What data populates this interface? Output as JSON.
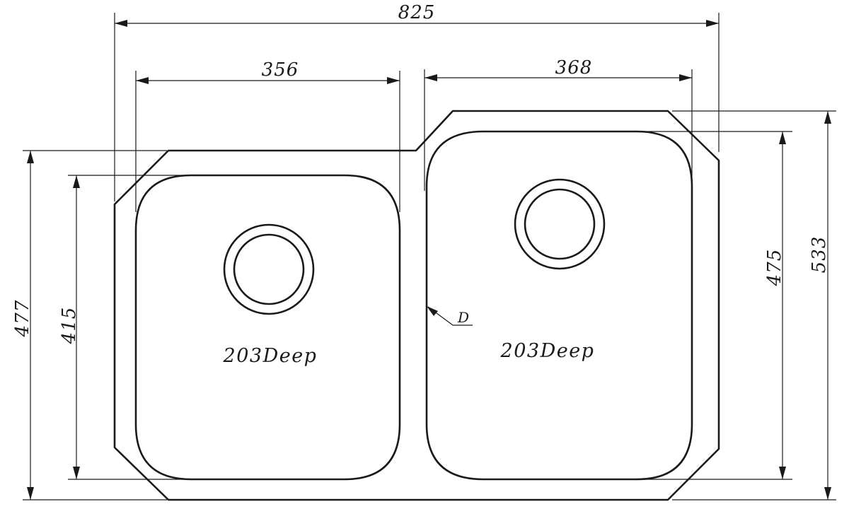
{
  "dimensions": {
    "overall_width": "825",
    "left_bowl_width": "356",
    "right_bowl_width": "368",
    "overall_left_height": "477",
    "left_bowl_height": "415",
    "right_bowl_height": "475",
    "overall_right_height": "533"
  },
  "bowls": {
    "left_depth_label": "203Deep",
    "right_depth_label": "203Deep"
  },
  "callout": {
    "label": "D"
  }
}
